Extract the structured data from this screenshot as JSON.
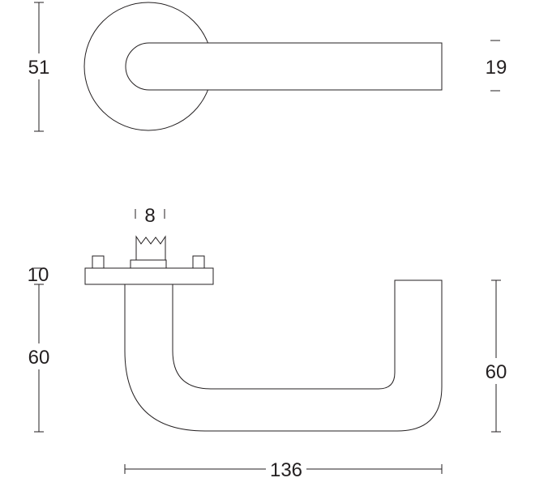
{
  "drawing": {
    "line_color": "#231f20",
    "background": "#ffffff",
    "dimensions": {
      "rosette_diameter": "51",
      "lever_thickness": "19",
      "spindle": "8",
      "rosette_height": "10",
      "left_drop": "60",
      "right_drop": "60",
      "lever_length": "136"
    }
  }
}
